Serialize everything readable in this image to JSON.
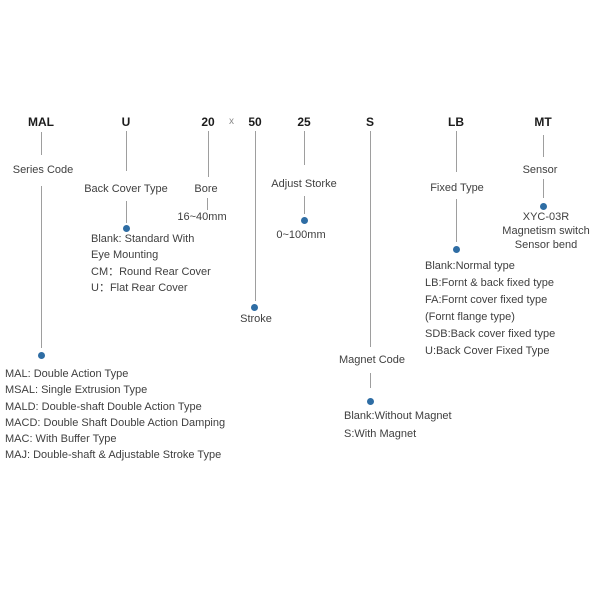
{
  "colors": {
    "dot": "#2e6da4",
    "line": "#9e9e9e",
    "text": "#3f3f3f",
    "code_text": "#1c1c1c"
  },
  "separator": {
    "symbol": "x"
  },
  "columns": {
    "series": {
      "code": "MAL",
      "label": "Series Code",
      "items": [
        "MAL: Double Action Type",
        "MSAL: Single Extrusion Type",
        "MALD: Double-shaft Double Action Type",
        "MACD: Double Shaft Double Action Damping",
        "MAC: With Buffer Type",
        "MAJ: Double-shaft & Adjustable Stroke Type"
      ]
    },
    "back_cover": {
      "code": "U",
      "label": "Back Cover Type",
      "items": [
        "Blank: Standard With",
        "Eye Mounting",
        "CM：Round Rear Cover",
        "U：Flat Rear Cover"
      ]
    },
    "bore": {
      "code": "20",
      "label": "Bore",
      "range": "16~40mm"
    },
    "stroke": {
      "code": "50",
      "label": "Stroke"
    },
    "adjust_stroke": {
      "code": "25",
      "label": "Adjust Storke",
      "range": "0~100mm"
    },
    "magnet": {
      "code": "S",
      "label": "Magnet Code",
      "items": [
        "Blank:Without Magnet",
        "S:With Magnet"
      ]
    },
    "fixed_type": {
      "code": "LB",
      "label": "Fixed Type",
      "items": [
        "Blank:Normal type",
        "LB:Fornt & back fixed type",
        "FA:Fornt cover fixed type",
        "(Fornt flange type)",
        "SDB:Back cover fixed type",
        "U:Back Cover Fixed Type"
      ]
    },
    "sensor": {
      "code": "MT",
      "label": "Sensor",
      "items": [
        "XYC-03R",
        "Magnetism switch",
        "Sensor bend"
      ]
    }
  }
}
